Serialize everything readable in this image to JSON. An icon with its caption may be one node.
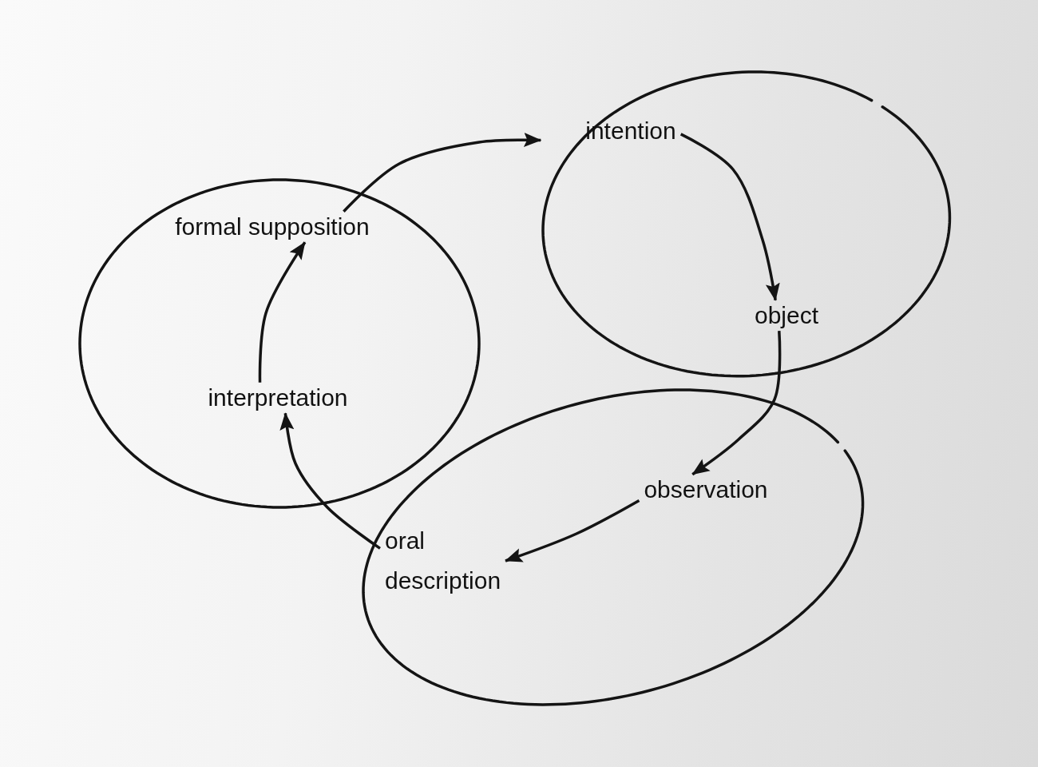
{
  "diagram": {
    "nodes": [
      {
        "text": [],
        "shape": "ellipse"
      },
      {
        "text": [
          "formal supposition"
        ],
        "in": 0
      },
      {
        "text": [
          "interpretation"
        ],
        "in": 0
      },
      {
        "text": [],
        "shape": "ellipse"
      },
      {
        "text": [
          "intention"
        ],
        "in": 3
      },
      {
        "text": [
          "object"
        ],
        "in": 3
      },
      {
        "text": [],
        "shape": "ellipse"
      },
      {
        "text": [
          "observation"
        ],
        "in": 6
      },
      {
        "text": [
          "oral description"
        ],
        "in": 6
      }
    ],
    "edges": [
      {
        "from": 2,
        "to": 1,
        "arrow": "to"
      },
      {
        "from": 1,
        "to": 3,
        "arrow": "to"
      },
      {
        "from": 4,
        "to": 5,
        "arrow": "to"
      },
      {
        "from": 5,
        "to": 7,
        "arrow": "to"
      },
      {
        "from": 7,
        "to": 8,
        "arrow": "to"
      },
      {
        "from": 8,
        "to": 2,
        "arrow": "to"
      }
    ]
  }
}
